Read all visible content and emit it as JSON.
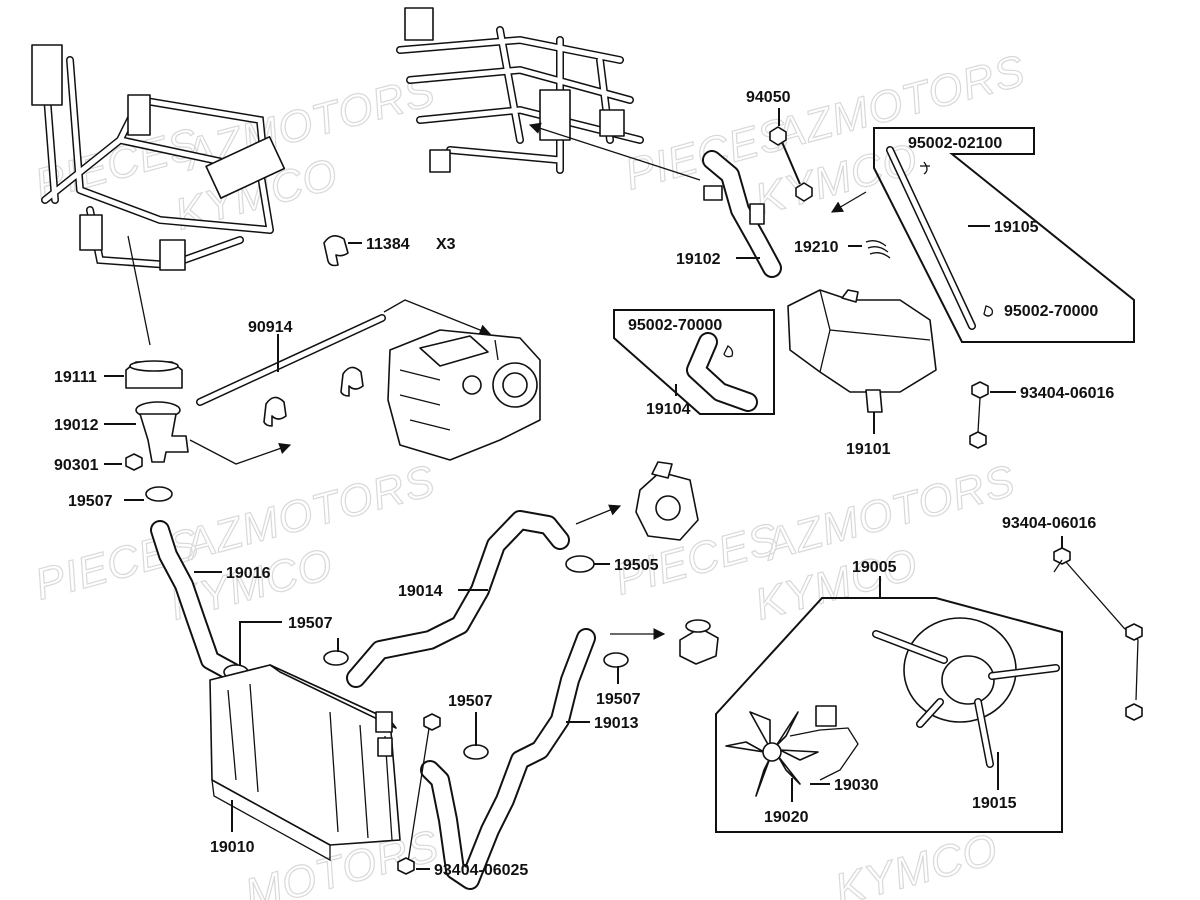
{
  "watermarks": {
    "pieces": "PIECES",
    "azmotors": "AZMOTORS",
    "kymco": "KYMCO",
    "partial_motors": "MOTORS",
    "partial_kymco": "KYMCO"
  },
  "labels": {
    "p94050": "94050",
    "p95002_02100": "95002-02100",
    "p19105": "19105",
    "p11384": "11384",
    "x3": "X3",
    "p19210": "19210",
    "p19102": "19102",
    "p90914": "90914",
    "p95002_70000_a": "95002-70000",
    "p95002_70000_b": "95002-70000",
    "p19111": "19111",
    "p93404_06016_a": "93404-06016",
    "p19104": "19104",
    "p19012": "19012",
    "p19101": "19101",
    "p90301": "90301",
    "p19507_a": "19507",
    "p93404_06016_b": "93404-06016",
    "p19505": "19505",
    "p19016": "19016",
    "p19014": "19014",
    "p19005": "19005",
    "p19507_b": "19507",
    "p19507_c": "19507",
    "p19507_d": "19507",
    "p19013": "19013",
    "p19030": "19030",
    "p19015": "19015",
    "p19020": "19020",
    "p19010": "19010",
    "p93404_06025": "93404-06025"
  },
  "icons": {
    "frame": "frame-chassis-icon",
    "radiator": "radiator-icon",
    "fan": "cooling-fan-icon",
    "shroud": "fan-shroud-icon",
    "tank": "reservoir-tank-icon",
    "engine": "engine-block-icon",
    "pump": "water-pump-icon",
    "thermostat": "thermostat-housing-icon",
    "cap": "radiator-cap-icon",
    "filler": "filler-neck-icon"
  },
  "colors": {
    "ink": "#111111",
    "watermark": "#d9d9d9",
    "background": "#ffffff"
  }
}
